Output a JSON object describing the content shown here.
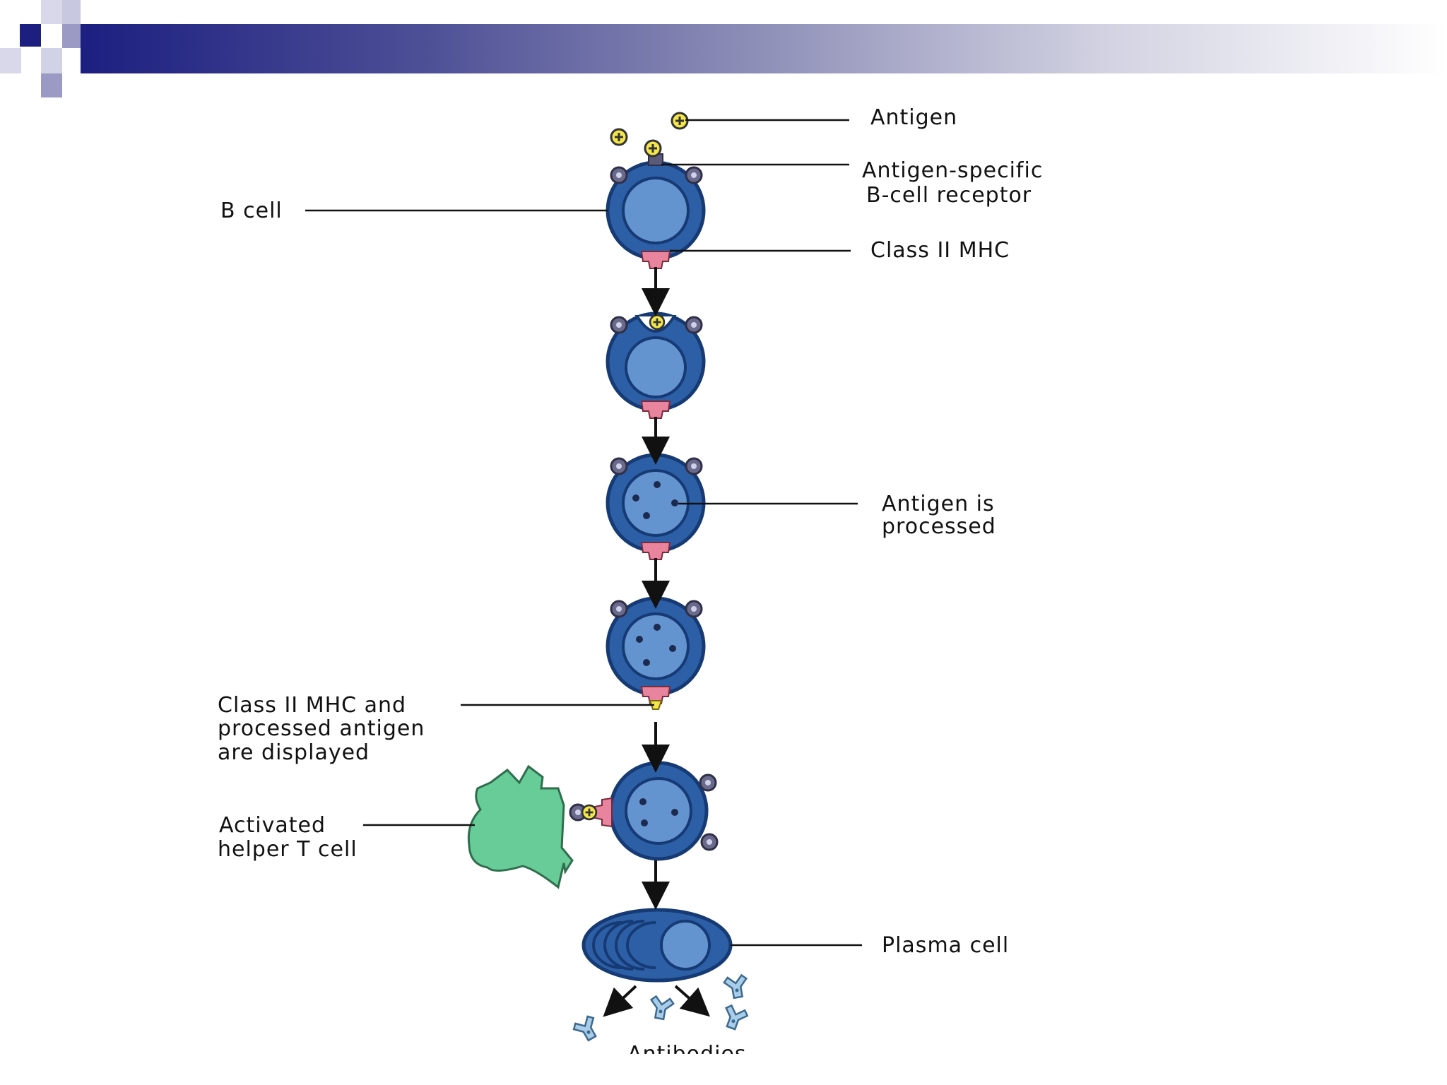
{
  "diagram": {
    "labels": {
      "antigen": "Antigen",
      "receptor_line1": "Antigen-specific",
      "receptor_line2": "B-cell receptor",
      "b_cell": "B cell",
      "mhc": "Class II MHC",
      "processed_line1": "Antigen is",
      "processed_line2": "processed",
      "display_line1": "Class II MHC and",
      "display_line2": "processed antigen",
      "display_line3": "are displayed",
      "helper_line1": "Activated",
      "helper_line2": "helper T cell",
      "plasma": "Plasma cell",
      "antibodies": "Antibodies"
    },
    "colors": {
      "header_dark": "#1c1f80",
      "header_mid": "#8f90b8",
      "header_light": "#c8c8e0",
      "cell_membrane": "#2d5fa6",
      "cell_outline": "#163a73",
      "cell_interior": "#6494d0",
      "mhc": "#e8849e",
      "antigen": "#f2e64a",
      "receptor": "#5a5a7a",
      "helper_t_cell": "#68cc98",
      "antibody": "#a9cde8"
    }
  }
}
